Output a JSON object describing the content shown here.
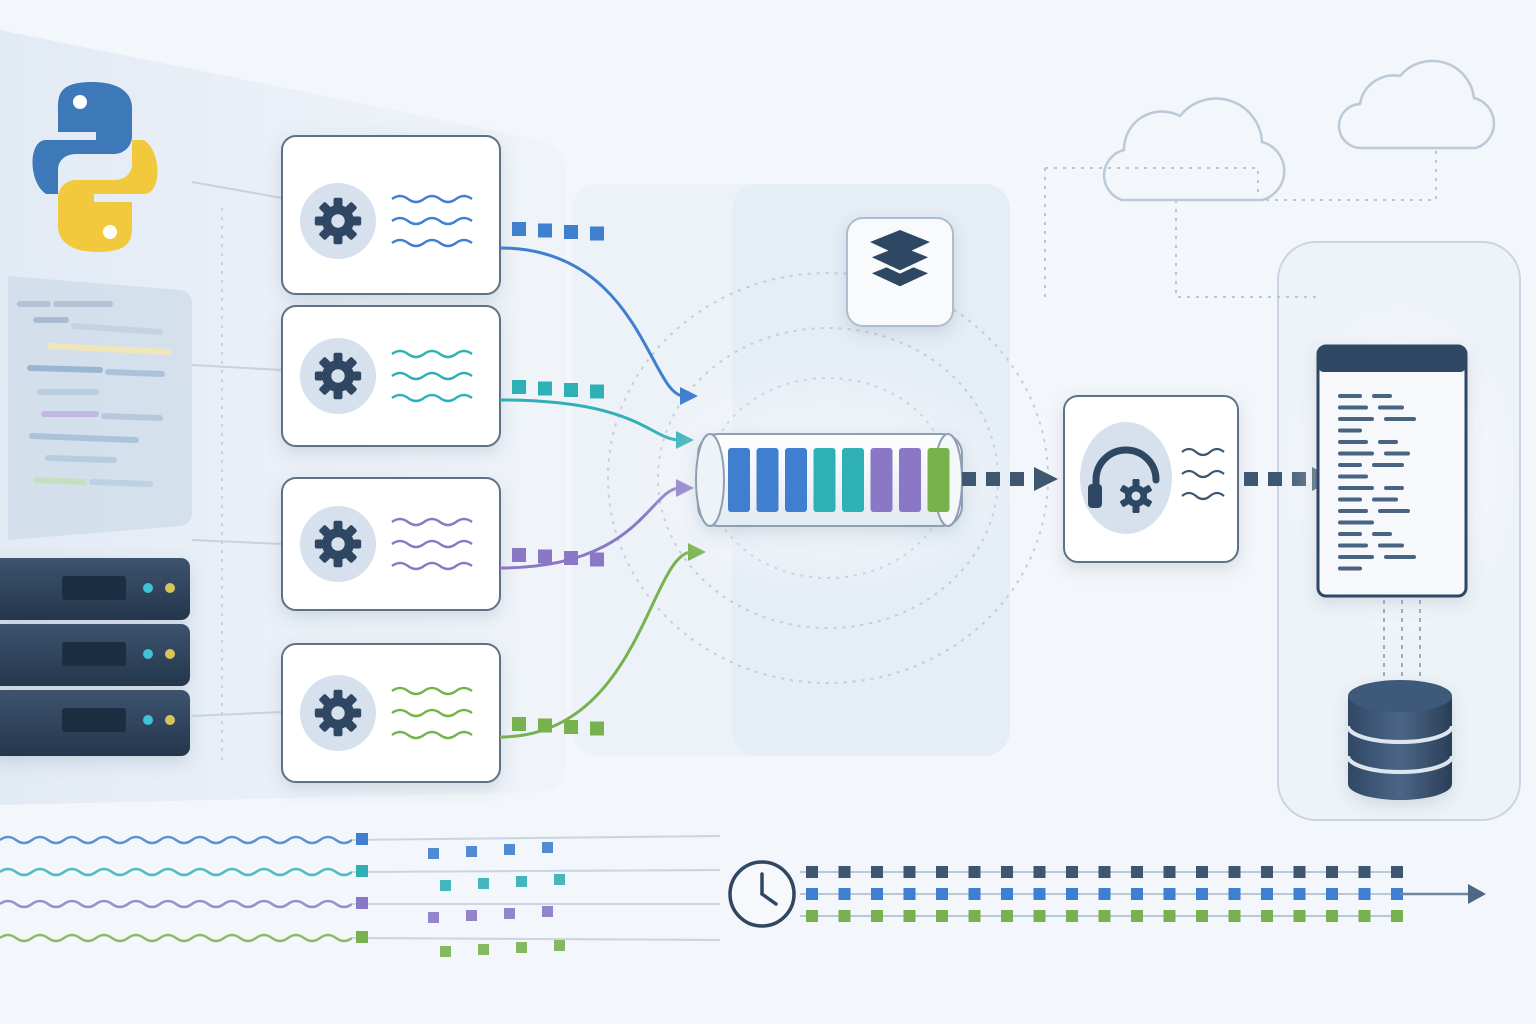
{
  "colors": {
    "background": "#f3f6fa",
    "blue": "#3f7fcf",
    "teal": "#2fb0b6",
    "purple": "#8a78c6",
    "green": "#78b24e",
    "navy": "#2f4763",
    "flow": "#3e5670"
  },
  "icons": {
    "python_logo": "python-logo-icon",
    "code_panel": "code-editor-icon",
    "server_rack": "server-rack-icon",
    "worker_gear": "gear-icon",
    "wave": "wave-signal-icon",
    "layers": "layers-icon",
    "queue": "message-queue-icon",
    "consumer": "headset-gear-icon",
    "document": "document-icon",
    "database": "database-icon",
    "cloud": "cloud-icon",
    "clock": "clock-icon"
  },
  "producers": [
    {
      "color": "blue"
    },
    {
      "color": "teal"
    },
    {
      "color": "purple"
    },
    {
      "color": "green"
    }
  ],
  "queue": {
    "segments": [
      "blue",
      "blue",
      "blue",
      "teal",
      "teal",
      "purple",
      "purple",
      "green"
    ]
  },
  "timeline": {
    "lanes": [
      "blue",
      "teal",
      "purple",
      "green"
    ]
  }
}
